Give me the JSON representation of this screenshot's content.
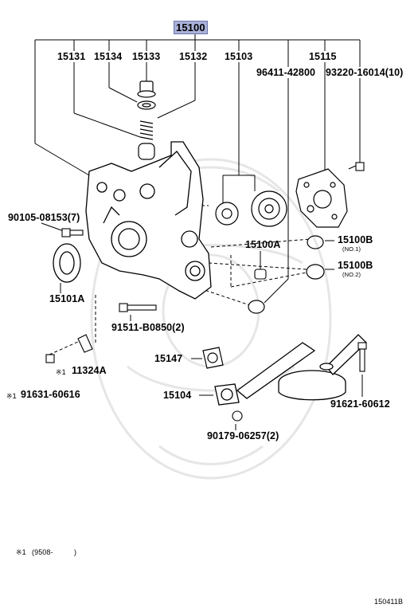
{
  "main_part": "15100",
  "labels": {
    "p15131": "15131",
    "p15134": "15134",
    "p15133": "15133",
    "p15132": "15132",
    "p15103": "15103",
    "p15115": "15115",
    "p96411": "96411-42800",
    "p93220": "93220-16014(10)",
    "p90105": "90105-08153(7)",
    "p15101A": "15101A",
    "p15100A": "15100A",
    "p15100B_1": "15100B",
    "p15100B_1_sub": "(NO.1)",
    "p15100B_2": "15100B",
    "p15100B_2_sub": "(NO.2)",
    "p91511": "91511-B0850(2)",
    "p11324A": "11324A",
    "p11324A_mark": "※1",
    "p91631": "91631-60616",
    "p91631_mark": "※1",
    "p15147": "15147",
    "p15104": "15104",
    "p90179": "90179-06257(2)",
    "p91621": "91621-60612"
  },
  "footnote": {
    "mark": "※1",
    "open": "(9508-",
    "close": ")"
  },
  "figure_id": "150411B",
  "colors": {
    "line": "#000000",
    "highlight": "#aab1d8",
    "watermark": "#e6e6e6"
  }
}
